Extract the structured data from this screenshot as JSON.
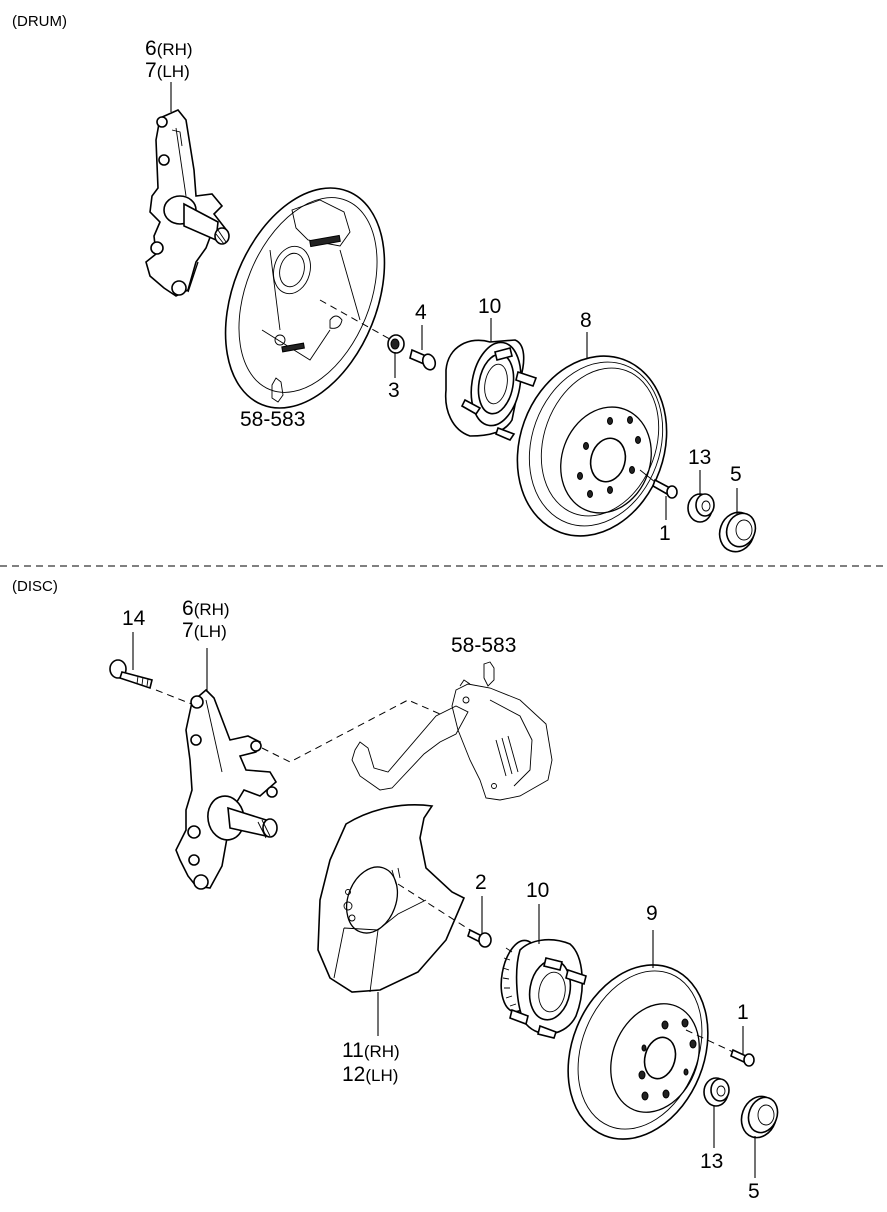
{
  "sections": {
    "drum": {
      "title": "(DRUM)",
      "callouts": {
        "knuckle_rh": "6",
        "knuckle_rh_side": "(RH)",
        "knuckle_lh": "7",
        "knuckle_lh_side": "(LH)",
        "brake_assembly_ref": "58-583",
        "washer": "3",
        "bolt": "4",
        "hub": "10",
        "drum": "8",
        "nut": "13",
        "cap": "5",
        "screw": "1"
      }
    },
    "disc": {
      "title": "(DISC)",
      "callouts": {
        "bolt": "14",
        "knuckle_rh": "6",
        "knuckle_rh_side": "(RH)",
        "knuckle_lh": "7",
        "knuckle_lh_side": "(LH)",
        "caliper_ref": "58-583",
        "dust_cover_rh": "11",
        "dust_cover_rh_side": "(RH)",
        "dust_cover_lh": "12",
        "dust_cover_lh_side": "(LH)",
        "screw_cover": "2",
        "hub": "10",
        "disc": "9",
        "screw": "1",
        "nut": "13",
        "cap": "5"
      }
    }
  }
}
